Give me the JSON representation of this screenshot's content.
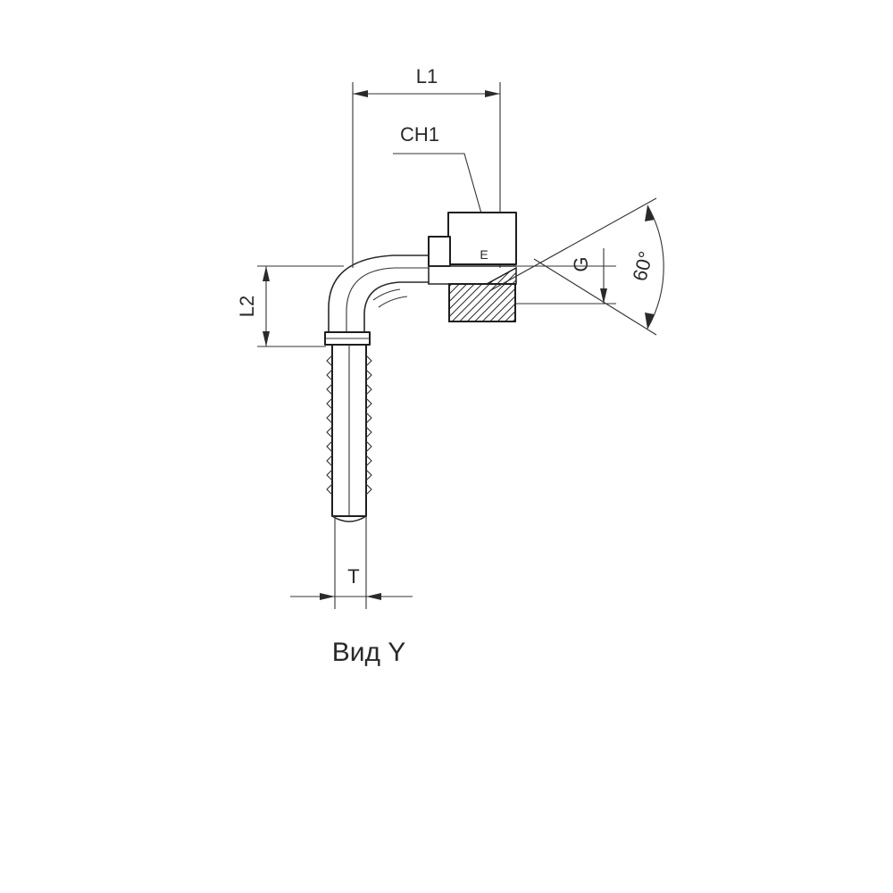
{
  "drawing": {
    "labels": {
      "l1": "L1",
      "ch1": "CH1",
      "l2": "L2",
      "g": "G",
      "angle": "60°",
      "t": "T",
      "e": "E"
    },
    "caption": "Вид Y"
  }
}
